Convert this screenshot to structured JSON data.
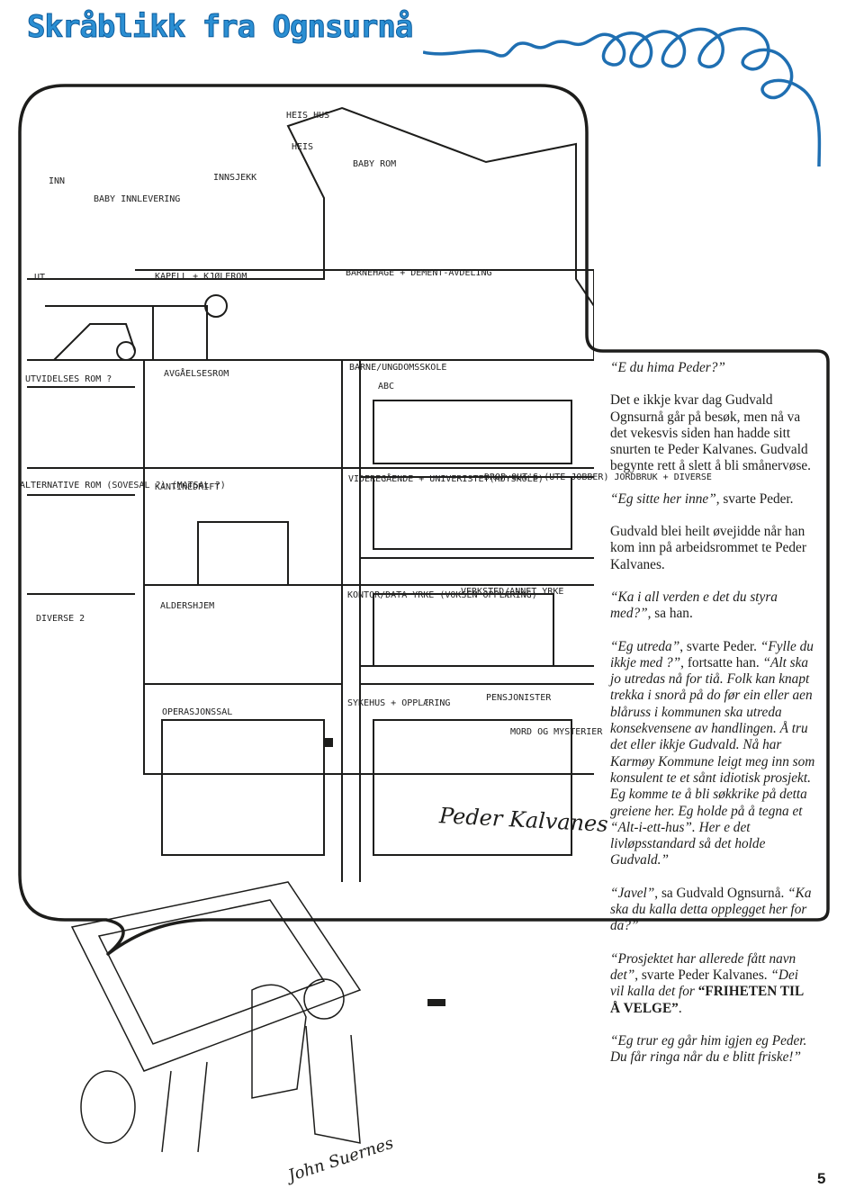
{
  "header": {
    "title": "Skråblikk fra Ognsurnå"
  },
  "page_number": "5",
  "illustration": {
    "signature_artist": "Peder Kalvanes",
    "signature_cartoonist": "John Suernes",
    "floors": [
      {
        "label": "HEIS HUS"
      },
      {
        "label": "HEIS"
      },
      {
        "label": "BABY ROM"
      },
      {
        "label": "INNSJEKK"
      },
      {
        "label": "BABY INNLEVERING"
      },
      {
        "label": "INN"
      },
      {
        "label": "UT"
      },
      {
        "label": "KAPELL + KJØLEROM"
      },
      {
        "label": "BARNEHAGE + DEMENT-AVDELING"
      },
      {
        "label": "UTVIDELSES ROM ?"
      },
      {
        "label": "AVGÅELSESROM"
      },
      {
        "label": "BARNE/UNGDOMSSKOLE"
      },
      {
        "label": "ABC"
      },
      {
        "label": "ALTERNATIVE ROM (SOVESAL ?) (MATSAL ?)"
      },
      {
        "label": "KANTINEDRIFT"
      },
      {
        "label": "VIDEREGÅENDE + UNIVERISTET(HØYSKOLE)"
      },
      {
        "label": "DROP OUT'S (UTE JOBBER) JORDBRUK + DIVERSE"
      },
      {
        "label": "DIVERSE 2"
      },
      {
        "label": "ALDERSHJEM"
      },
      {
        "label": "KONTOR/DATA YRKE (VOKSEN OPPLÆRING)"
      },
      {
        "label": "VERKSTED/ANNET YRKE"
      },
      {
        "label": "SYKEHUS + OPPLÆRING"
      },
      {
        "label": "PENSJONISTER"
      },
      {
        "label": "OPERASJONSSAL"
      },
      {
        "label": "MORD OG MYSTERIER"
      }
    ]
  },
  "story": [
    [
      {
        "t": "“E du hima Peder?”",
        "s": "it"
      }
    ],
    [
      {
        "t": "Det e ikkje kvar dag Gudvald Ognsurnå går på besøk, men nå va det vekesvis siden han hadde sitt snurten te Peder Kalvanes. Gudvald begynte  rett å slett å bli smånervøse.",
        "s": ""
      }
    ],
    [
      {
        "t": "“Eg sitte her inne”",
        "s": "it"
      },
      {
        "t": ", svarte Peder.",
        "s": ""
      }
    ],
    [
      {
        "t": "Gudvald blei heilt øvejidde når han kom inn på arbeidsrommet te Peder Kalvanes.",
        "s": ""
      }
    ],
    [
      {
        "t": "“Ka i all verden e det du styra med?”",
        "s": "it"
      },
      {
        "t": ", sa han.",
        "s": ""
      }
    ],
    [
      {
        "t": "“Eg utreda”",
        "s": "it"
      },
      {
        "t": ", svarte Peder. ",
        "s": ""
      },
      {
        "t": "“Fylle du ikkje med ?”",
        "s": "it"
      },
      {
        "t": ", fortsatte han. ",
        "s": ""
      },
      {
        "t": "“Alt ska jo utredas nå for tiå. Folk kan knapt trekka i snorå på do før ein eller aen blåruss i kommunen ska utreda konsekvensene av handlingen. Å tru det eller ikkje Gudvald. Nå har Karmøy Kommune leigt meg inn som konsulent te et sånt idiotisk prosjekt. Eg komme te å bli søkkrike på detta greiene her. Eg holde på å tegna et “Alt-i-ett-hus”. Her e det livløpsstandard så det holde Gudvald.”",
        "s": "it"
      }
    ],
    [
      {
        "t": "“Javel”",
        "s": "it"
      },
      {
        "t": ", sa Gudvald Ognsurnå. ",
        "s": ""
      },
      {
        "t": "“Ka ska du kalla detta opplegget her for da?”",
        "s": "it"
      }
    ],
    [
      {
        "t": "“Prosjektet har allerede fått navn det”",
        "s": "it"
      },
      {
        "t": ", svarte Peder Kalvanes. ",
        "s": ""
      },
      {
        "t": "“Dei vil kalla det for ",
        "s": "it"
      },
      {
        "t": "“FRIHETEN TIL Å VELGE”",
        "s": "b"
      },
      {
        "t": ".",
        "s": ""
      }
    ],
    [
      {
        "t": "“Eg trur eg går him igjen eg Peder. Du får ringa når du e blitt friske!”",
        "s": "it"
      }
    ]
  ]
}
